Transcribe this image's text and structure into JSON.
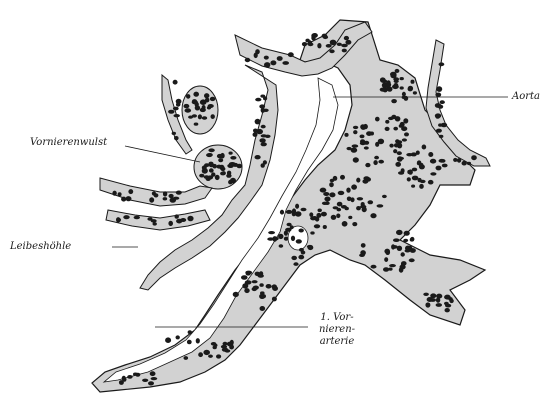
{
  "figure": {
    "labels": {
      "aorta": "Aorta",
      "vornierenwulst": "Vornierenwulst",
      "leibeshoehle": "Leibeshöhle",
      "vornierenarterie_line1": "1. Vor-",
      "vornierenarterie_line2": "nieren-",
      "vornierenarterie_line3": "arterie"
    },
    "colors": {
      "ink": "#1a1a1a",
      "tissue": "#d2d2d2",
      "lumen": "#ffffff",
      "background": "#ffffff"
    }
  }
}
